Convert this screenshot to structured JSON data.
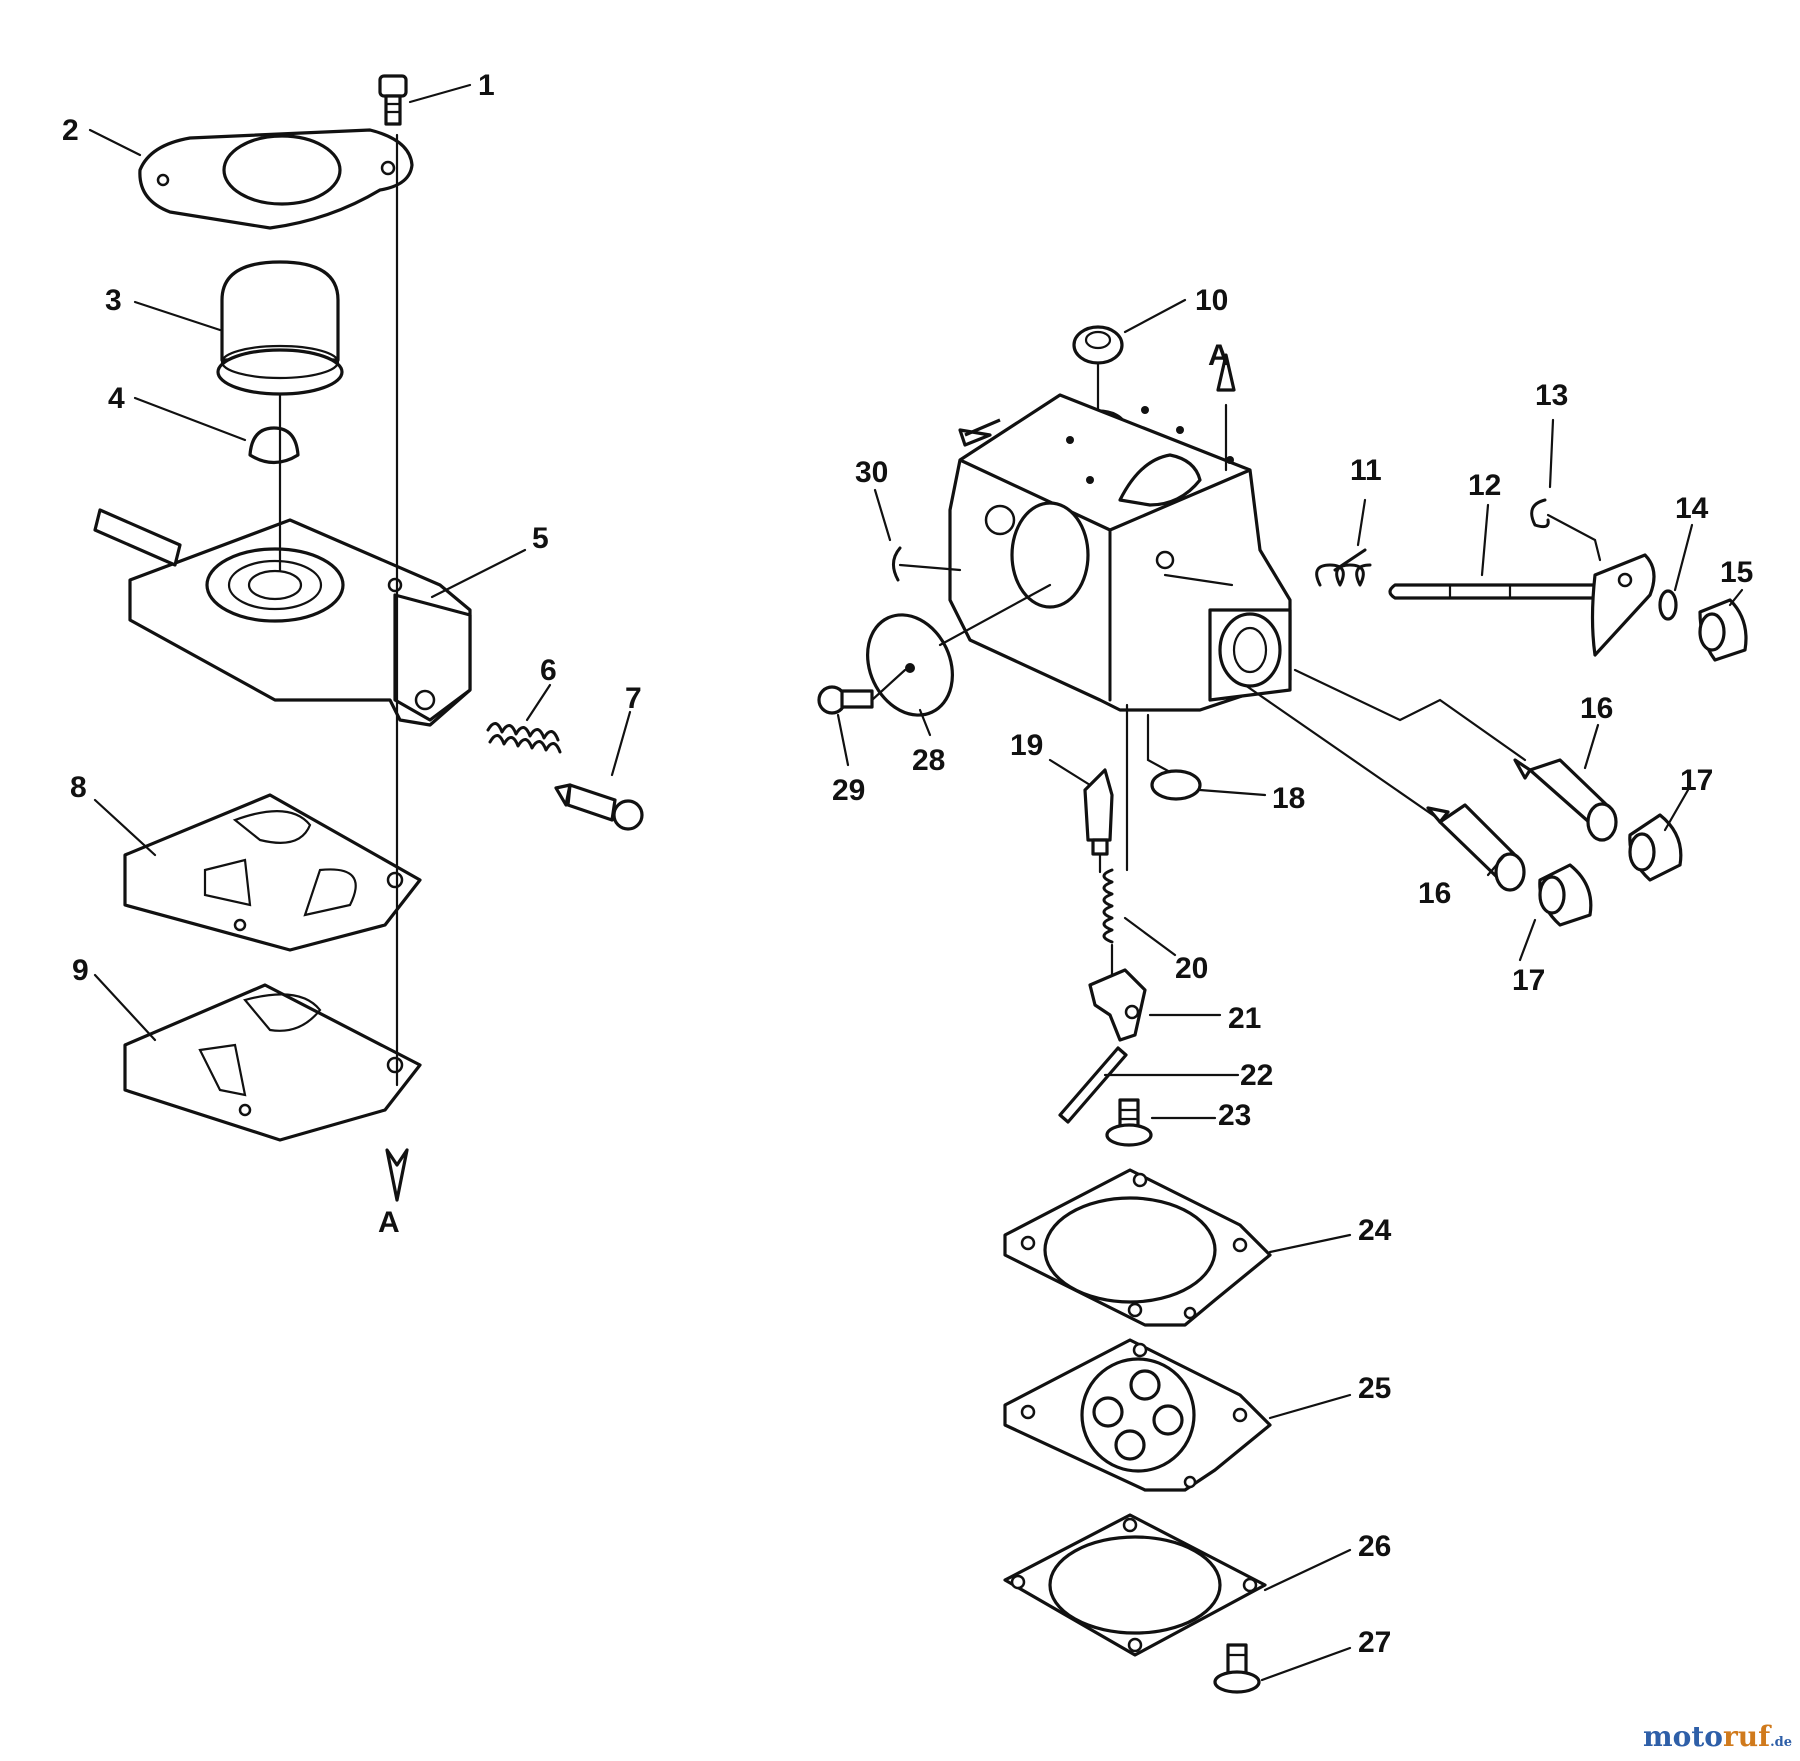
{
  "callouts": {
    "c1": "1",
    "c2": "2",
    "c3": "3",
    "c4": "4",
    "c5": "5",
    "c6": "6",
    "c7": "7",
    "c8": "8",
    "c9": "9",
    "c10": "10",
    "c11": "11",
    "c12": "12",
    "c13": "13",
    "c14": "14",
    "c15": "15",
    "c16a": "16",
    "c16b": "16",
    "c17a": "17",
    "c17b": "17",
    "c18": "18",
    "c19": "19",
    "c20": "20",
    "c21": "21",
    "c22": "22",
    "c23": "23",
    "c24": "24",
    "c25": "25",
    "c26": "26",
    "c27": "27",
    "c28": "28",
    "c29": "29",
    "c30": "30"
  },
  "markers": {
    "a_left": "A",
    "a_right": "A"
  },
  "watermark": {
    "part1": "moto",
    "part2": "ruf",
    "part3": ".de"
  }
}
